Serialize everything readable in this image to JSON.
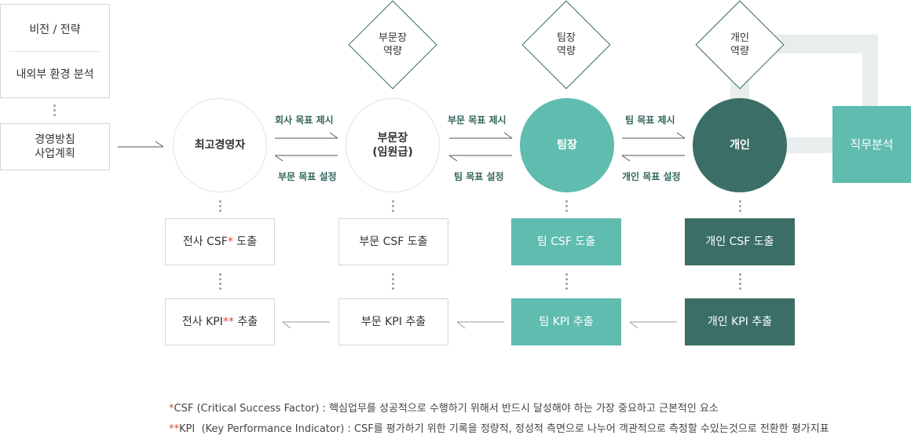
{
  "left": {
    "vision": "비전 / 전략",
    "env": "내외부 환경 분석",
    "policy": "경영방침\n사업계획"
  },
  "nodes": {
    "ceo": "최고경영자",
    "dept": "부문장\n(임원급)",
    "team": "팀장",
    "indiv": "개인",
    "job": "직무분석"
  },
  "diamonds": {
    "dept": "부문장\n역량",
    "team": "팀장\n역량",
    "indiv": "개인\n역량"
  },
  "arrows": {
    "ceo_to_dept": "회사 목표 제시",
    "dept_to_ceo": "부문 목표 설정",
    "dept_to_team": "부문 목표 제시",
    "team_to_dept": "팀 목표 설정",
    "team_to_indiv": "팀 목표 제시",
    "indiv_to_team": "개인 목표 설정"
  },
  "csf": {
    "company_prefix": "전사 CSF",
    "company_mark": "*",
    "company_suffix": " 도출",
    "dept": "부문 CSF 도출",
    "team": "팀 CSF 도출",
    "indiv": "개인 CSF 도출"
  },
  "kpi": {
    "company_prefix": "전사 KPI",
    "company_mark": "**",
    "company_suffix": " 추출",
    "dept": "부문 KPI 추출",
    "team": "팀 KPI 추출",
    "indiv": "개인 KPI 추출"
  },
  "notes": {
    "csf_mark": "*",
    "csf_text": "CSF (Critical Success Factor) : 핵심업무를 성공적으로 수행하기 위해서 반드시 달성해야 하는 가장 중요하고 근본적인 요소",
    "kpi_mark": "**",
    "kpi_text": "KPI  (Key Performance Indicator) : CSF를 평가하기 위한 기록을 정량적, 정성적 측면으로 나누어 객관적으로 측정할 수있는것으로 전환한 평가지표"
  },
  "colors": {
    "teal": "#5fbcaf",
    "dark_green": "#3a6e66",
    "red_mark": "#e2413a"
  }
}
